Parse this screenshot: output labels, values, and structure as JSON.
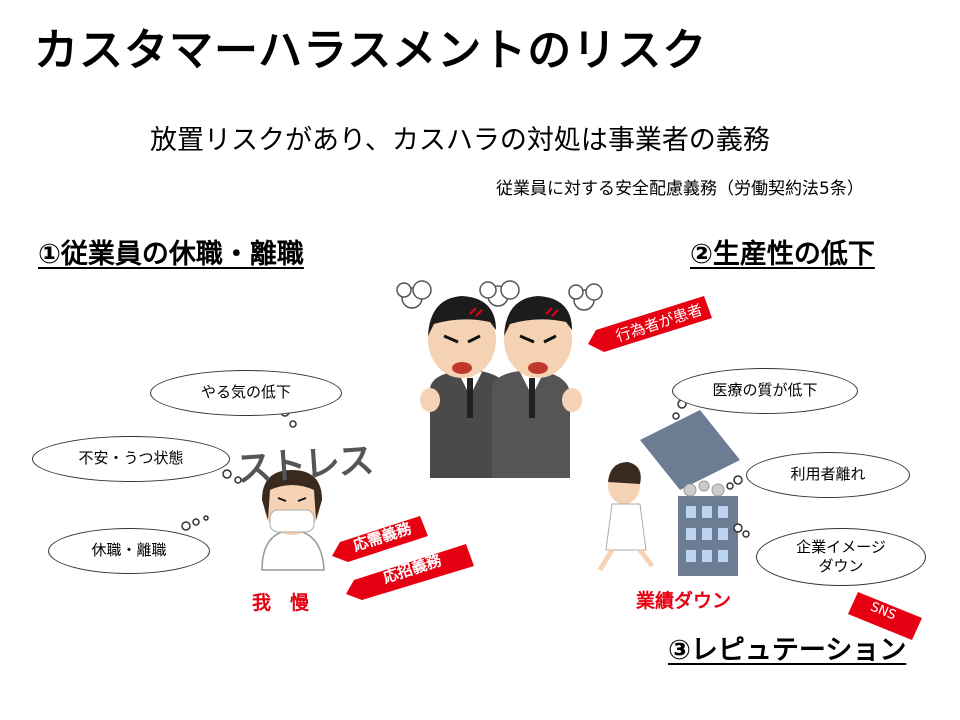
{
  "title": "カスタマーハラスメントのリスク",
  "subtitle": "放置リスクがあり、カスハラの対処は事業者の義務",
  "note": "従業員に対する安全配慮義務（労働契約法5条）",
  "sections": {
    "s1": "①従業員の休職・離職",
    "s2": "②生産性の低下",
    "s3": "③レピュテーション"
  },
  "left_clouds": [
    "やる気の低下",
    "不安・うつ状態",
    "休職・離職"
  ],
  "stress_text": "ストレス",
  "worker_label": "我　慢",
  "left_arrows": [
    "応需義務",
    "応招義務"
  ],
  "perpetrator_label": "行為者が患者",
  "right_clouds": [
    "医療の質が低下",
    "利用者離れ",
    "企業イメージ",
    "ダウン"
  ],
  "right_label": "業績ダウン",
  "sns_label": "SNS",
  "colors": {
    "accent_red": "#e60012"
  }
}
